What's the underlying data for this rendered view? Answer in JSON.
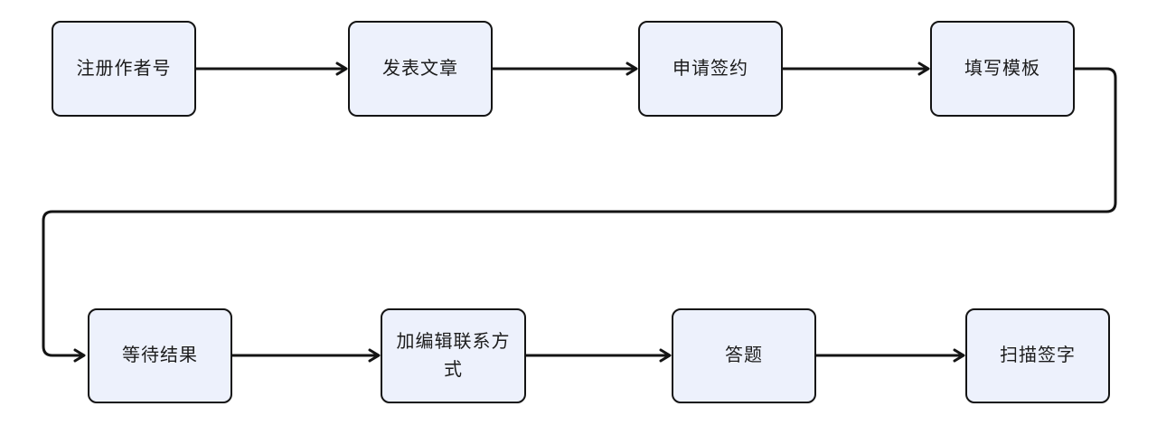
{
  "diagram": {
    "type": "flowchart",
    "layout": "two-row-snake",
    "nodes": [
      {
        "id": "register-author",
        "label": "注册作者号"
      },
      {
        "id": "publish-articles",
        "label": "发表文章"
      },
      {
        "id": "apply-contract",
        "label": "申请签约"
      },
      {
        "id": "fill-template",
        "label": "填写模板"
      },
      {
        "id": "wait-result",
        "label": "等待结果"
      },
      {
        "id": "add-editor-contact",
        "label": "加编辑联系方式"
      },
      {
        "id": "answer-questions",
        "label": "答题"
      },
      {
        "id": "scan-signature",
        "label": "扫描签字"
      }
    ],
    "edges": [
      {
        "from": "register-author",
        "to": "publish-articles"
      },
      {
        "from": "publish-articles",
        "to": "apply-contract"
      },
      {
        "from": "apply-contract",
        "to": "fill-template"
      },
      {
        "from": "fill-template",
        "to": "wait-result"
      },
      {
        "from": "wait-result",
        "to": "add-editor-contact"
      },
      {
        "from": "add-editor-contact",
        "to": "answer-questions"
      },
      {
        "from": "answer-questions",
        "to": "scan-signature"
      }
    ],
    "colors": {
      "node_fill": "#edf1fc",
      "node_border": "#141414",
      "line": "#141414",
      "text": "#1c1c1c",
      "background": "#ffffff"
    }
  }
}
